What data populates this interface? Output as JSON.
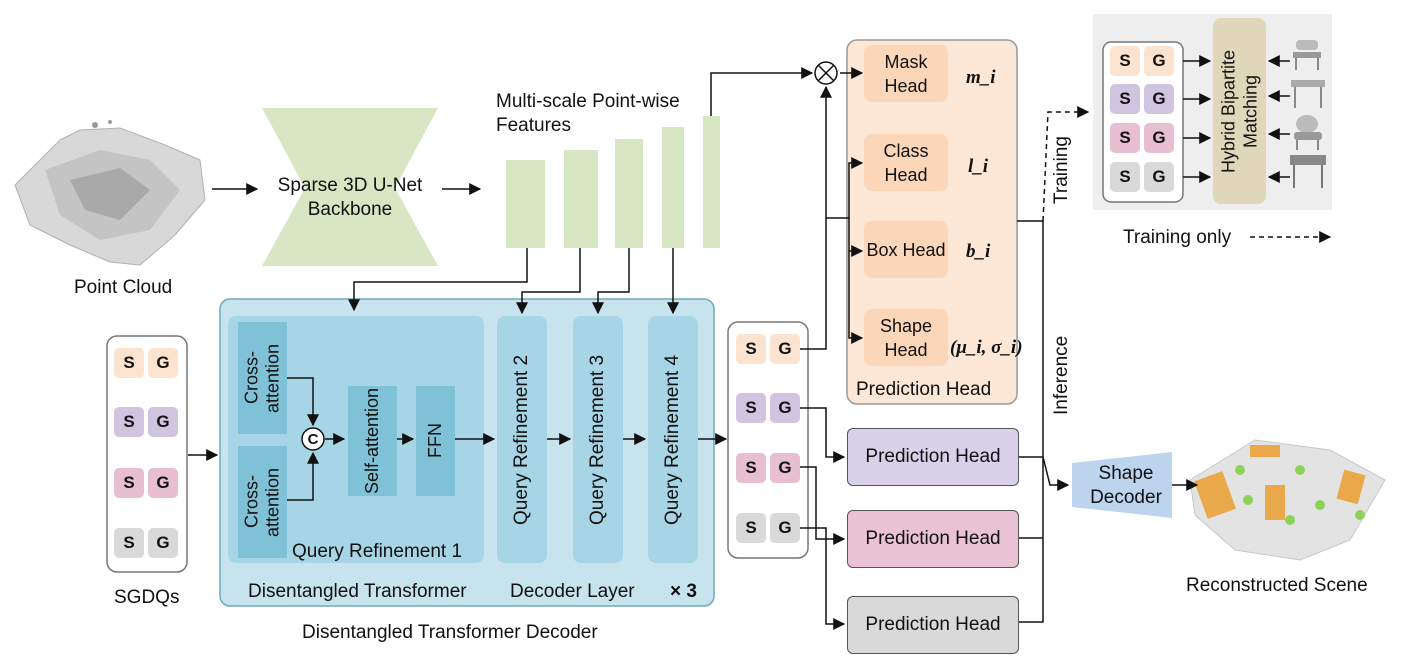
{
  "labels": {
    "point_cloud": "Point Cloud",
    "backbone_line1": "Sparse 3D U-Net",
    "backbone_line2": "Backbone",
    "features_line1": "Multi-scale Point-wise",
    "features_line2": "Features",
    "sgdqs": "SGDQs",
    "cross_attention": "Cross-attention",
    "self_attention": "Self-attention",
    "ffn": "FFN",
    "concat_symbol": "C",
    "query_refinement_1": "Query Refinement 1",
    "query_refinement_2": "Query Refinement 2",
    "query_refinement_3": "Query Refinement 3",
    "query_refinement_4": "Query Refinement 4",
    "decoder_layer_left": "Disentangled Transformer",
    "decoder_layer_right": "Decoder Layer",
    "decoder_repeat": "× 3",
    "decoder_caption": "Disentangled Transformer Decoder",
    "mask_head": "Mask Head",
    "class_head": "Class Head",
    "box_head": "Box Head",
    "shape_head": "Shape Head",
    "mask_out": "m_i",
    "class_out": "l_i",
    "box_out": "b_i",
    "shape_out": "(μ_i, σ_i)",
    "prediction_head": "Prediction Head",
    "training": "Training",
    "inference": "Inference",
    "training_only": "Training only",
    "hybrid_matching": "Hybrid Bipartite Matching",
    "shape_decoder": "Shape Decoder",
    "reconstructed_scene": "Reconstructed Scene",
    "query_s": "S",
    "query_g": "G"
  },
  "colors": {
    "query_orange": "#fbe3cf",
    "query_purple": "#cfc5e1",
    "query_pink": "#e8bfd0",
    "query_gray": "#d9d9d9",
    "backbone": "#d7e7c4",
    "decoder_bg": "#c7e3ee",
    "decoder_inner": "#a8d5e5",
    "decoder_block": "#7fc1d6",
    "head_panel": "#fde7d6",
    "head_button": "#fbd6b8",
    "pred_purple": "#d9d1ea",
    "pred_pink": "#e9c3d3",
    "pred_gray": "#d9d9d9",
    "shape_decoder": "#bcd4ee",
    "matching": "#e0d7bb",
    "training_panel": "#eeeeee"
  },
  "icons": [
    "point-cloud-icon",
    "reconstructed-scene-icon",
    "chair-icon",
    "table-icon",
    "multiply-icon"
  ]
}
